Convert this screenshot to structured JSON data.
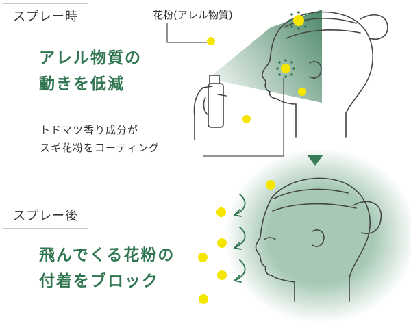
{
  "before": {
    "label": "スプレー時",
    "headline": [
      "アレル物質の",
      "動きを低減"
    ],
    "pollen_label": "花粉(アレル物質)",
    "note": [
      "トドマツ香り成分が",
      "スギ花粉をコーティング"
    ]
  },
  "after": {
    "label": "スプレー後",
    "headline": [
      "飛んでくる花粉の",
      "付着をブロック"
    ]
  },
  "colors": {
    "green": "#2f7550",
    "pollen": "#f5e600",
    "line": "#555555"
  }
}
